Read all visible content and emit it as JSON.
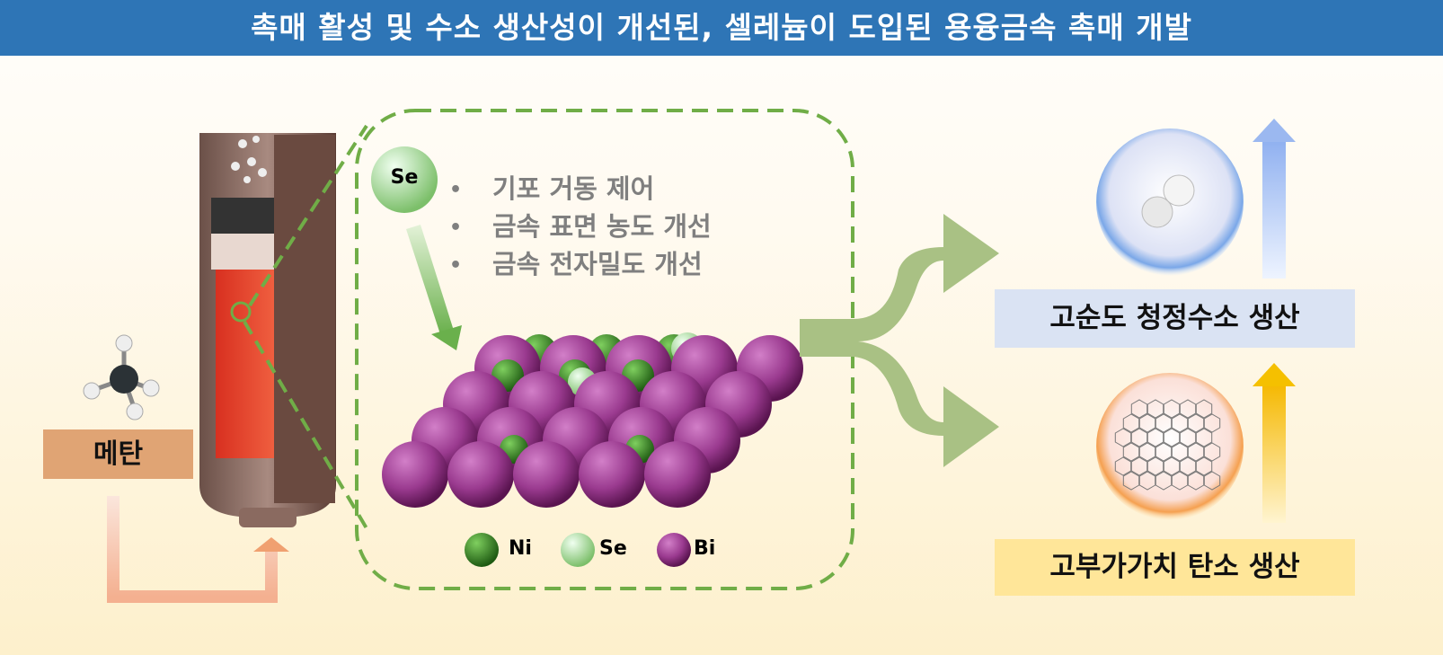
{
  "title": "촉매 활성 및 수소 생산성이 개선된, 셀레늄이 도입된 용융금속 촉매 개발",
  "feed_label": "메탄",
  "se_atom_label": "Se",
  "bullets": [
    "기포 거동 제어",
    "금속 표면 농도 개선",
    "금속 전자밀도 개선"
  ],
  "legend": [
    {
      "label": "Ni",
      "color": "#2e7d1f"
    },
    {
      "label": "Se",
      "color": "#b5e6a8"
    },
    {
      "label": "Bi",
      "color": "#8a2c80"
    }
  ],
  "products": {
    "hydrogen": "고순도 청정수소 생산",
    "carbon": "고부가가치 탄소 생산"
  },
  "colors": {
    "header": "#2e75b6",
    "dashed_box": "#70ad47",
    "arrow_green": "#a9c184"
  }
}
